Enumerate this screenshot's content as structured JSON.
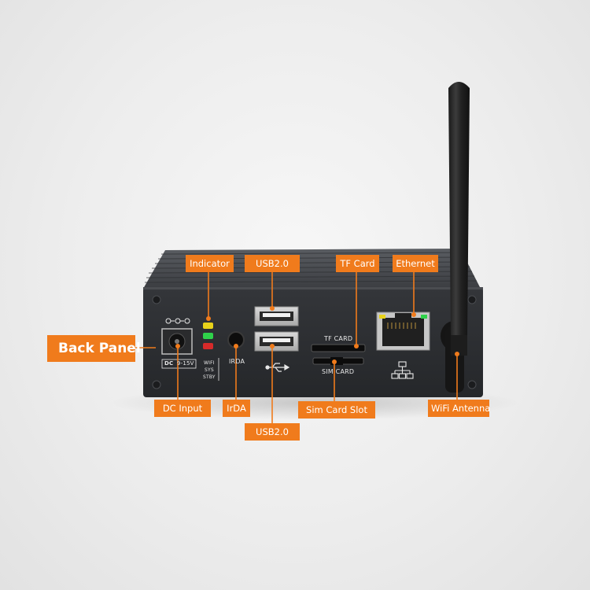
{
  "image": {
    "description_labels": {
      "back_panel": "Back Panel",
      "indicator": "Indicator",
      "usb_top": "USB2.0",
      "tf_card": "TF Card",
      "ethernet": "Ethernet",
      "dc_input": "DC Input",
      "irda": "IrDA",
      "sim_card_slot": "Sim Card Slot",
      "usb_bottom": "USB2.0",
      "wifi_antenna": "WiFi Antenna"
    },
    "panel_print": {
      "tf_card": "TF CARD",
      "sim_card": "SIM CARD",
      "irda": "IRDA",
      "dc": "DC",
      "voltage": "9-15V",
      "led_wifi": "WIFI",
      "led_sys": "SYS",
      "led_stby": "STBY"
    },
    "colors": {
      "callout": "#f07b1c",
      "device_body": "#2e3033",
      "led_yellow": "#e8d21a",
      "led_green": "#2fd14a",
      "led_red": "#d62a2a"
    },
    "icons": [
      "dc-polarity-icon",
      "usb-icon",
      "network-icon"
    ]
  }
}
